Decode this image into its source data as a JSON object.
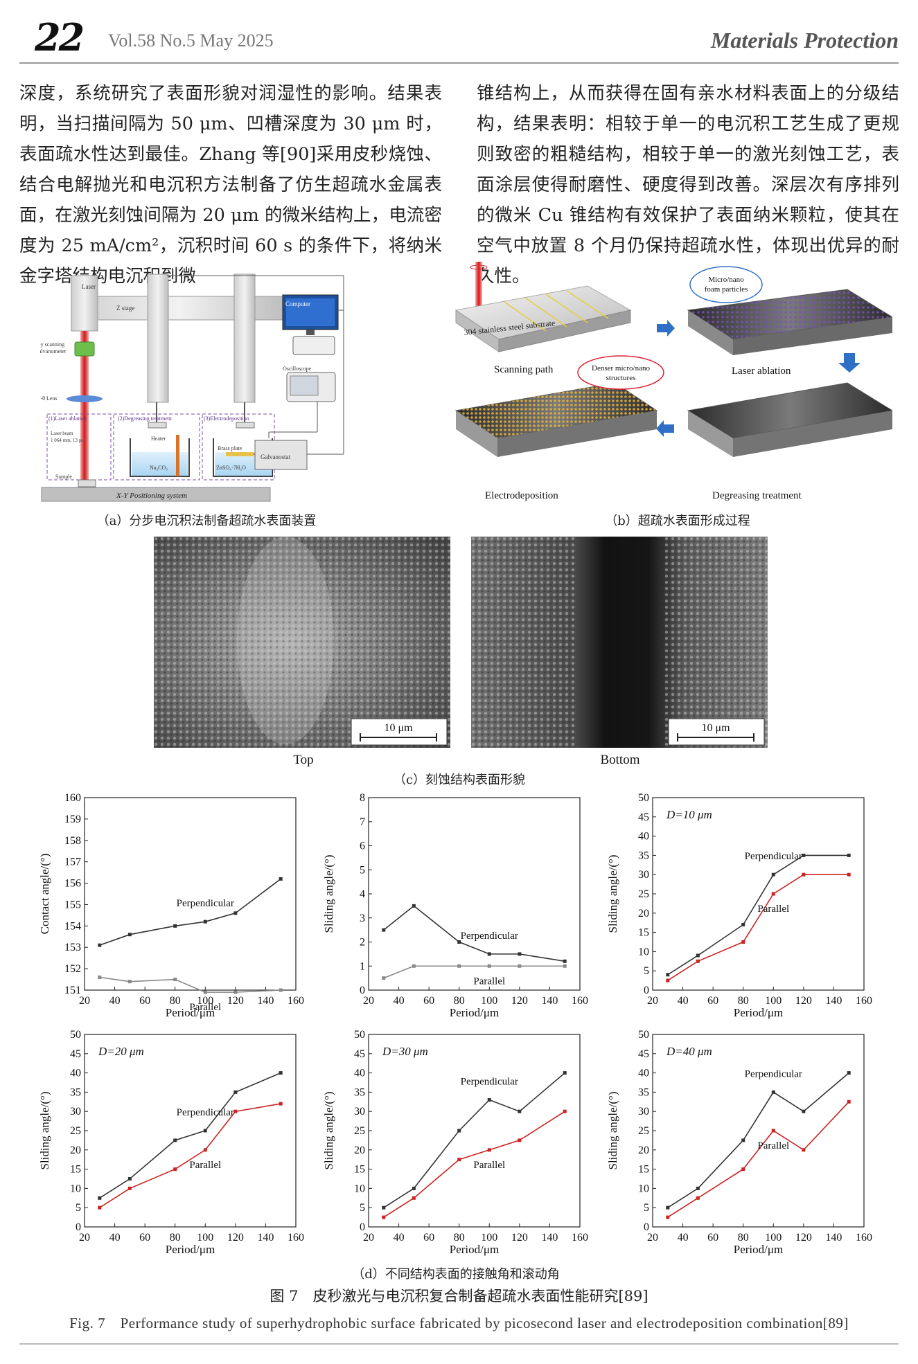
{
  "header": {
    "page_number": "22",
    "volume": "Vol.58  No.5  May 2025",
    "journal": "Materials Protection"
  },
  "body": {
    "left": "深度，系统研究了表面形貌对润湿性的影响。结果表明，当扫描间隔为 50 μm、凹槽深度为 30 μm 时，表面疏水性达到最佳。Zhang 等[90]采用皮秒烧蚀、结合电解抛光和电沉积方法制备了仿生超疏水金属表面，在激光刻蚀间隔为 20 μm 的微米结构上，电流密度为 25 mA/cm²，沉积时间 60 s 的条件下，将纳米金字塔结构电沉积到微",
    "right": "锥结构上，从而获得在固有亲水材料表面上的分级结构，结果表明：相较于单一的电沉积工艺生成了更规则致密的粗糙结构，相较于单一的激光刻蚀工艺，表面涂层使得耐磨性、硬度得到改善。深层次有序排列的微米 Cu 锥结构有效保护了表面纳米颗粒，使其在空气中放置 8 个月仍保持超疏水性，体现出优异的耐久性。"
  },
  "fig_a": {
    "caption": "（a）分步电沉积法制备超疏水表面装置",
    "laser": "Laser",
    "zstage": "Z stage",
    "computer": "Computer",
    "galvo": [
      "x-y scanning",
      "galvanometer"
    ],
    "flens": "F-θ Lens",
    "step1": "(1)Laser ablation",
    "step2": "(2)Degreasing treatment",
    "step3": "(3)Electrodeposition",
    "beam": [
      "Laser beam",
      "1 064 mm, 13 ps"
    ],
    "heater": "Heater",
    "na2co3": "Na₂CO₃",
    "brass": "Brass plate",
    "znso4": "ZnSO₄·7H₂O",
    "oscilloscope": "Oscilloscope",
    "galvanostat": "Galvanostat",
    "sample": "Sample",
    "xy": "X-Y Positioning system"
  },
  "fig_b": {
    "caption": "（b）超疏水表面形成过程",
    "substrate": "304 stainless steel substrate",
    "scan": "Scanning path",
    "ablation": "Laser ablation",
    "particles": [
      "Micro/nano",
      "foam particles"
    ],
    "dense": [
      "Denser micro/nano",
      "structures"
    ],
    "electro": "Electrodeposition",
    "degrease": "Degreasing treatment"
  },
  "fig_c": {
    "caption": "（c）刻蚀结构表面形貌",
    "top": "Top",
    "bottom": "Bottom",
    "scale": "10 μm"
  },
  "fig_d": {
    "caption": "（d）不同结构表面的接触角和滚动角"
  },
  "figure_title": "图 7　皮秒激光与电沉积复合制备超疏水表面性能研究[89]",
  "figure_title_en": "Fig. 7　Performance study of superhydrophobic surface fabricated by picosecond laser and electrodeposition combination[89]",
  "chart_data": [
    {
      "type": "line",
      "xlabel": "Period/μm",
      "ylabel": "Contact angle/(°)",
      "xlim": [
        20,
        160
      ],
      "ylim": [
        151,
        160
      ],
      "xticks": [
        20,
        40,
        60,
        80,
        100,
        120,
        140,
        160
      ],
      "yticks": [
        151,
        152,
        153,
        154,
        155,
        156,
        157,
        158,
        159,
        160
      ],
      "series": [
        {
          "name": "Perpendicular",
          "color": "#333333",
          "x": [
            30,
            50,
            80,
            100,
            120,
            150
          ],
          "y": [
            153.1,
            153.6,
            154.0,
            154.2,
            154.6,
            156.2
          ]
        },
        {
          "name": "Parallel",
          "color": "#888888",
          "x": [
            30,
            50,
            80,
            100,
            120,
            150
          ],
          "y": [
            151.6,
            151.4,
            151.5,
            150.9,
            150.9,
            151.0
          ]
        }
      ]
    },
    {
      "type": "line",
      "xlabel": "Period/μm",
      "ylabel": "Sliding angle/(°)",
      "xlim": [
        20,
        160
      ],
      "ylim": [
        0,
        8
      ],
      "xticks": [
        20,
        40,
        60,
        80,
        100,
        120,
        140,
        160
      ],
      "yticks": [
        0,
        1,
        2,
        3,
        4,
        5,
        6,
        7,
        8
      ],
      "series": [
        {
          "name": "Perpendicular",
          "color": "#333333",
          "x": [
            30,
            50,
            80,
            100,
            120,
            150
          ],
          "y": [
            2.5,
            3.5,
            2.0,
            1.5,
            1.5,
            1.2
          ]
        },
        {
          "name": "Parallel",
          "color": "#888888",
          "x": [
            30,
            50,
            80,
            100,
            120,
            150
          ],
          "y": [
            0.5,
            1.0,
            1.0,
            1.0,
            1.0,
            1.0
          ]
        }
      ]
    },
    {
      "type": "line",
      "annotation": "D=10 μm",
      "xlabel": "Period/μm",
      "ylabel": "Sliding angle/(°)",
      "xlim": [
        20,
        160
      ],
      "ylim": [
        0,
        50
      ],
      "xticks": [
        20,
        40,
        60,
        80,
        100,
        120,
        140,
        160
      ],
      "yticks": [
        0,
        5,
        10,
        15,
        20,
        25,
        30,
        35,
        40,
        45,
        50
      ],
      "series": [
        {
          "name": "Perpendicular",
          "color": "#333333",
          "x": [
            30,
            50,
            80,
            100,
            120,
            150
          ],
          "y": [
            4,
            9,
            17,
            30,
            35,
            35
          ]
        },
        {
          "name": "Parallel",
          "color": "#cc2222",
          "x": [
            30,
            50,
            80,
            100,
            120,
            150
          ],
          "y": [
            2.5,
            7.5,
            12.5,
            25,
            30,
            30
          ]
        }
      ]
    },
    {
      "type": "line",
      "annotation": "D=20 μm",
      "xlabel": "Period/μm",
      "ylabel": "Sliding angle/(°)",
      "xlim": [
        20,
        160
      ],
      "ylim": [
        0,
        50
      ],
      "xticks": [
        20,
        40,
        60,
        80,
        100,
        120,
        140,
        160
      ],
      "yticks": [
        0,
        5,
        10,
        15,
        20,
        25,
        30,
        35,
        40,
        45,
        50
      ],
      "series": [
        {
          "name": "Perpendicular",
          "color": "#333333",
          "x": [
            30,
            50,
            80,
            100,
            120,
            150
          ],
          "y": [
            7.5,
            12.5,
            22.5,
            25,
            35,
            40
          ]
        },
        {
          "name": "Parallel",
          "color": "#cc2222",
          "x": [
            30,
            50,
            80,
            100,
            120,
            150
          ],
          "y": [
            5,
            10,
            15,
            20,
            30,
            32
          ]
        }
      ]
    },
    {
      "type": "line",
      "annotation": "D=30 μm",
      "xlabel": "Period/μm",
      "ylabel": "Sliding angle/(°)",
      "xlim": [
        20,
        160
      ],
      "ylim": [
        0,
        50
      ],
      "xticks": [
        20,
        40,
        60,
        80,
        100,
        120,
        140,
        160
      ],
      "yticks": [
        0,
        5,
        10,
        15,
        20,
        25,
        30,
        35,
        40,
        45,
        50
      ],
      "series": [
        {
          "name": "Perpendicular",
          "color": "#333333",
          "x": [
            30,
            50,
            80,
            100,
            120,
            150
          ],
          "y": [
            5,
            10,
            25,
            33,
            30,
            40
          ]
        },
        {
          "name": "Parallel",
          "color": "#cc2222",
          "x": [
            30,
            50,
            80,
            100,
            120,
            150
          ],
          "y": [
            2.5,
            7.5,
            17.5,
            20,
            22.5,
            30
          ]
        }
      ]
    },
    {
      "type": "line",
      "annotation": "D=40 μm",
      "xlabel": "Period/μm",
      "ylabel": "Sliding angle/(°)",
      "xlim": [
        20,
        160
      ],
      "ylim": [
        0,
        50
      ],
      "xticks": [
        20,
        40,
        60,
        80,
        100,
        120,
        140,
        160
      ],
      "yticks": [
        0,
        5,
        10,
        15,
        20,
        25,
        30,
        35,
        40,
        45,
        50
      ],
      "series": [
        {
          "name": "Perpendicular",
          "color": "#333333",
          "x": [
            30,
            50,
            80,
            100,
            120,
            150
          ],
          "y": [
            5,
            10,
            22.5,
            35,
            30,
            40
          ]
        },
        {
          "name": "Parallel",
          "color": "#cc2222",
          "x": [
            30,
            50,
            80,
            100,
            120,
            150
          ],
          "y": [
            2.5,
            7.5,
            15,
            25,
            20,
            32.5
          ]
        }
      ]
    }
  ]
}
